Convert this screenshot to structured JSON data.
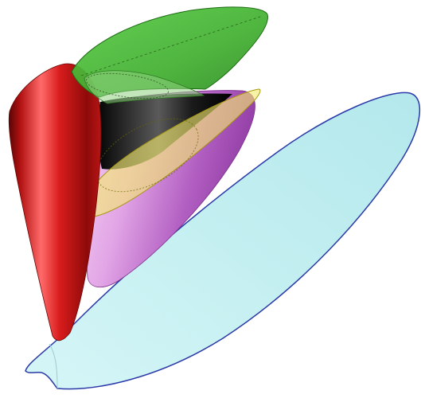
{
  "figure": {
    "background_color": "#ffffff",
    "surfaces": [
      {
        "name": "cyan-cone-surface",
        "color": "#bfeef0",
        "edge_color": "#2b3aa8"
      },
      {
        "name": "magenta-cone-surface",
        "color": "#c36fd0"
      },
      {
        "name": "black-cone-surface",
        "color": "#1c1c1c"
      },
      {
        "name": "yellow-cone-surface",
        "color": "#f2e96a",
        "edge_color": "#a89a10"
      },
      {
        "name": "red-cone-surface",
        "color": "#d21a1a"
      },
      {
        "name": "green-cone-surface",
        "color": "#4fc23a",
        "edge_color": "#1e6b14"
      }
    ]
  }
}
